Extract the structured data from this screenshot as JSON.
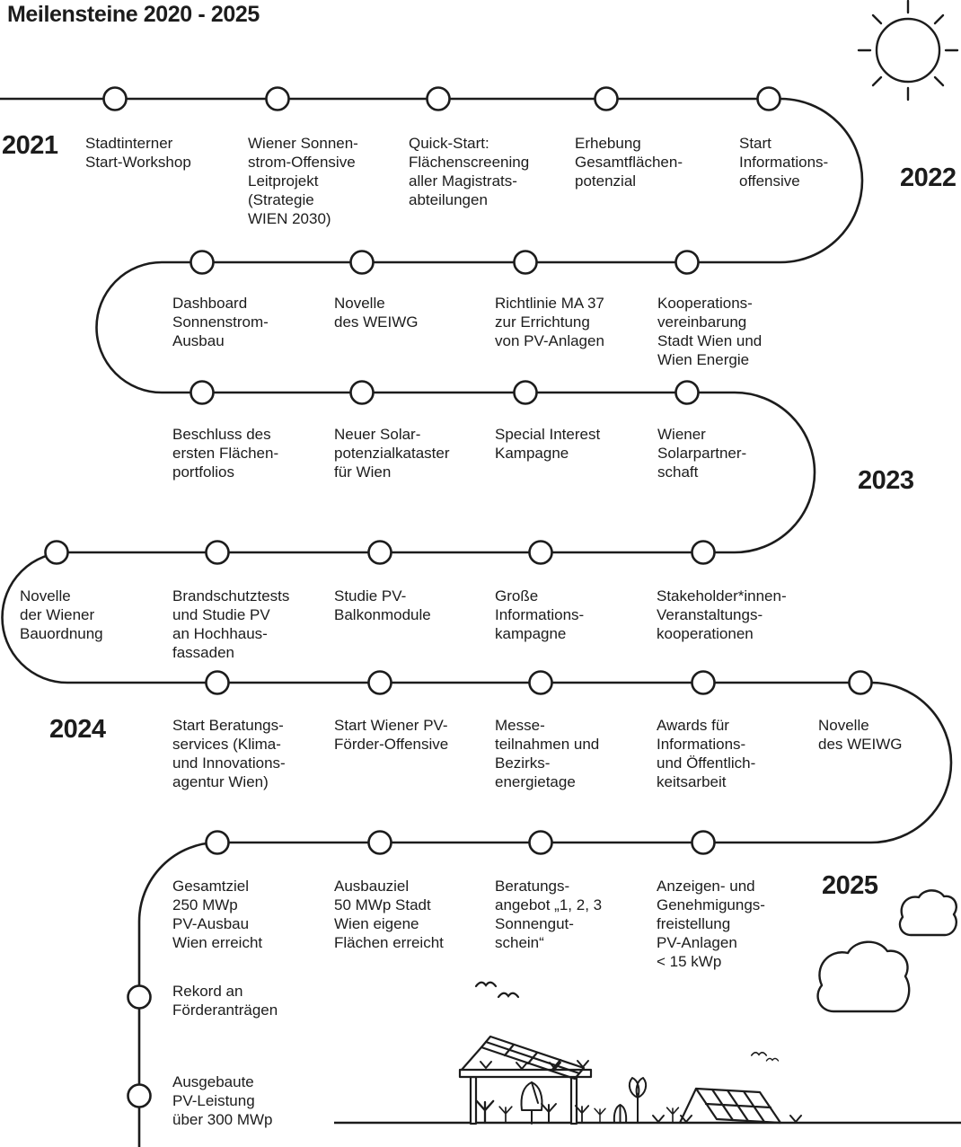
{
  "title": "Meilensteine 2020 - 2025",
  "colors": {
    "ink": "#1c1c1c",
    "background": "#ffffff"
  },
  "years": {
    "y2021": "2021",
    "y2022": "2022",
    "y2023": "2023",
    "y2024": "2024",
    "y2025": "2025"
  },
  "rows": [
    {
      "items": [
        {
          "text": "Stadtinterner\nStart-Workshop"
        },
        {
          "text": "Wiener Sonnen-\nstrom-Offensive\nLeitprojekt\n(Strategie\nWIEN 2030)"
        },
        {
          "text": "Quick-Start:\nFlächenscreening\naller Magistrats-\nabteilungen"
        },
        {
          "text": "Erhebung\nGesamtflächen-\npotenzial"
        },
        {
          "text": "Start\nInformations-\noffensive"
        }
      ]
    },
    {
      "items": [
        {
          "text": "Dashboard\nSonnenstrom-\nAusbau"
        },
        {
          "text": "Novelle\ndes WEIWG"
        },
        {
          "text": "Richtlinie MA 37\nzur Errichtung\nvon PV-Anlagen"
        },
        {
          "text": "Kooperations-\nvereinbarung\nStadt Wien und\nWien Energie"
        }
      ]
    },
    {
      "items": [
        {
          "text": "Beschluss des\nersten Flächen-\nportfolios"
        },
        {
          "text": "Neuer Solar-\npotenzialkataster\nfür Wien"
        },
        {
          "text": "Special Interest\nKampagne"
        },
        {
          "text": "Wiener\nSolarpartner-\nschaft"
        }
      ]
    },
    {
      "items": [
        {
          "text": "Novelle\nder Wiener\nBauordnung"
        },
        {
          "text": "Brandschutztests\nund Studie PV\nan Hochhaus-\nfassaden"
        },
        {
          "text": "Studie PV-\nBalkonmodule"
        },
        {
          "text": "Große\nInformations-\nkampagne"
        },
        {
          "text": "Stakeholder*innen-\nVeranstaltungs-\nkooperationen"
        }
      ]
    },
    {
      "items": [
        {
          "text": "Start Beratungs-\nservices (Klima-\nund Innovations-\nagentur Wien)"
        },
        {
          "text": "Start Wiener PV-\nFörder-Offensive"
        },
        {
          "text": "Messe-\nteilnahmen und\nBezirks-\nenergietage"
        },
        {
          "text": "Awards für\nInformations-\nund Öffentlich-\nkeitsarbeit"
        },
        {
          "text": "Novelle\ndes WEIWG"
        }
      ]
    },
    {
      "items": [
        {
          "text": "Gesamtziel\n250 MWp\nPV-Ausbau\nWien erreicht"
        },
        {
          "text": "Ausbauziel\n50 MWp Stadt\nWien eigene\nFlächen erreicht"
        },
        {
          "text": "Beratungs-\nangebot „1, 2, 3\nSonnengut-\nschein“"
        },
        {
          "text": "Anzeigen- und\nGenehmigungs-\nfreistellung\nPV-Anlagen\n< 15 kWp"
        }
      ]
    }
  ],
  "tail": {
    "items": [
      {
        "text": "Rekord an\nFörderanträgen"
      },
      {
        "text": "Ausgebaute\nPV-Leistung\nüber 300 MWp"
      }
    ]
  },
  "icons": {
    "sun": "sun-icon",
    "cloud": "cloud-icon",
    "birds": "birds-icon",
    "solar_carport": "solar-carport-illustration",
    "ground_solar_array": "ground-solar-array-illustration",
    "grass": "grass-tuft-icon"
  }
}
